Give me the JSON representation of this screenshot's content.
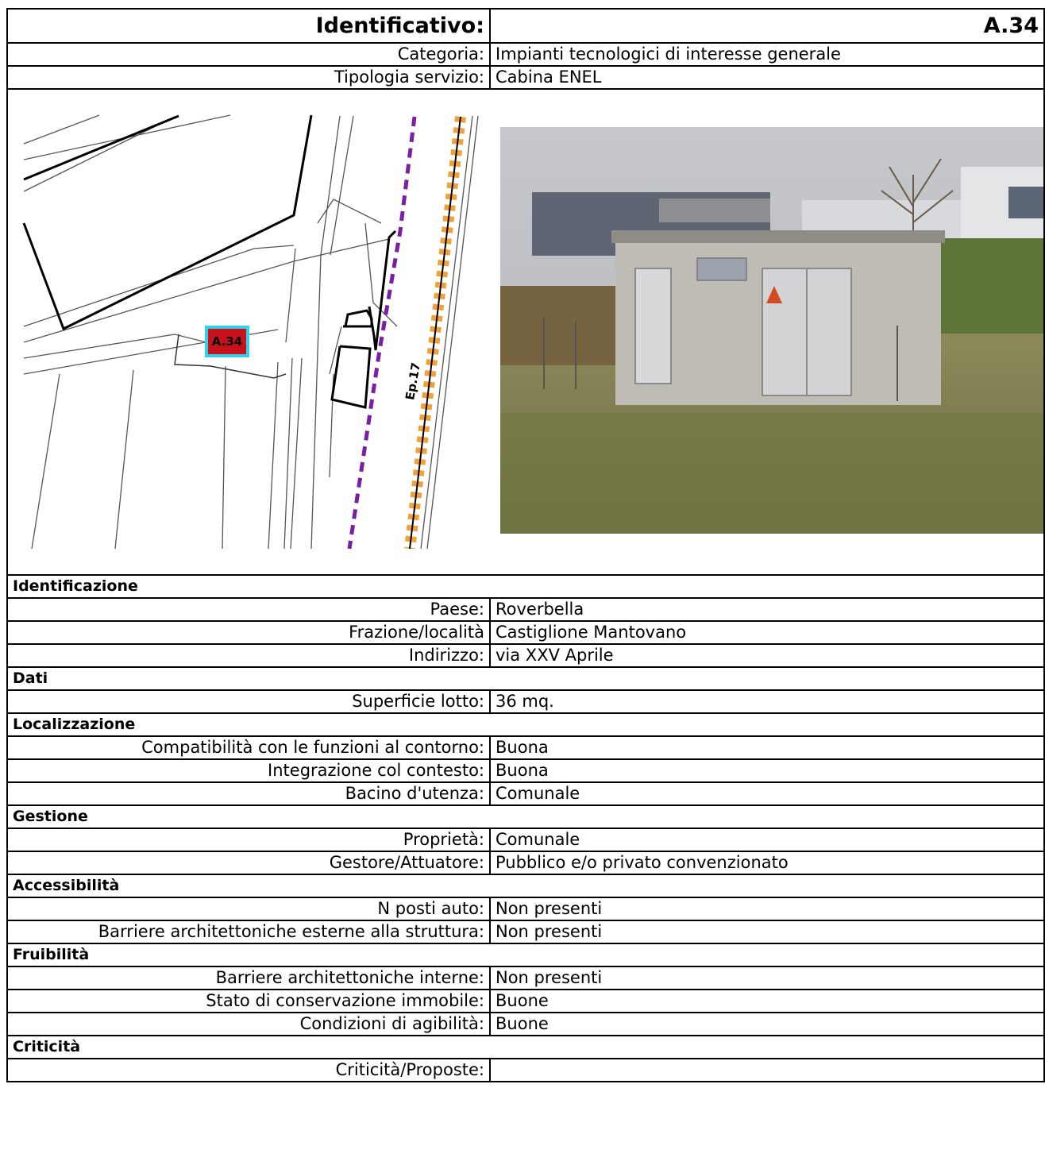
{
  "header": {
    "id_label": "Identificativo:",
    "id_value": "A.34"
  },
  "top_rows": [
    {
      "label": "Categoria:",
      "value": "Impianti tecnologici di interesse generale"
    },
    {
      "label": "Tipologia servizio:",
      "value": "Cabina ENEL"
    }
  ],
  "map": {
    "marker_label": "A.34",
    "road_label": "Ep.17"
  },
  "sections": {
    "identificazione": {
      "title": "Identificazione",
      "rows": [
        {
          "label": "Paese:",
          "value": "Roverbella"
        },
        {
          "label": "Frazione/località",
          "value": "Castiglione Mantovano"
        },
        {
          "label": "Indirizzo:",
          "value": "via XXV Aprile"
        }
      ]
    },
    "dati": {
      "title": "Dati",
      "rows": [
        {
          "label": "Superficie lotto:",
          "value": "36 mq."
        }
      ]
    },
    "localizzazione": {
      "title": "Localizzazione",
      "rows": [
        {
          "label": "Compatibilità con le funzioni al contorno:",
          "value": "Buona"
        },
        {
          "label": "Integrazione col contesto:",
          "value": "Buona"
        },
        {
          "label": "Bacino d'utenza:",
          "value": "Comunale"
        }
      ]
    },
    "gestione": {
      "title": "Gestione",
      "rows": [
        {
          "label": "Proprietà:",
          "value": "Comunale"
        },
        {
          "label": "Gestore/Attuatore:",
          "value": "Pubblico e/o privato convenzionato"
        }
      ]
    },
    "accessibilita": {
      "title": "Accessibilità",
      "rows": [
        {
          "label": "N posti auto:",
          "value": "Non presenti"
        },
        {
          "label": "Barriere architettoniche esterne alla struttura:",
          "value": "Non presenti"
        }
      ]
    },
    "fruibilita": {
      "title": "Fruibilità",
      "rows": [
        {
          "label": "Barriere architettoniche interne:",
          "value": "Non presenti"
        },
        {
          "label": "Stato di conservazione immobile:",
          "value": "Buone"
        },
        {
          "label": "Condizioni di agibilità:",
          "value": "Buone"
        }
      ]
    },
    "criticita": {
      "title": "Criticità",
      "rows": [
        {
          "label": "Criticità/Proposte:",
          "value": ""
        }
      ]
    }
  }
}
